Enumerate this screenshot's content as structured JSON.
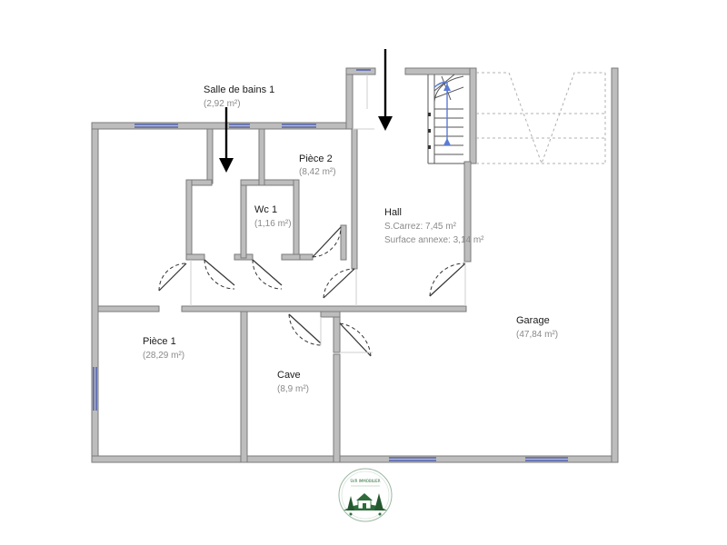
{
  "rooms": {
    "salle_de_bains": {
      "name": "Salle de bains 1",
      "area": "(2,92 m²)"
    },
    "piece2": {
      "name": "Pièce 2",
      "area": "(8,42 m²)"
    },
    "wc": {
      "name": "Wc 1",
      "area": "(1,16 m²)"
    },
    "hall": {
      "name": "Hall",
      "carrez": "S.Carrez: 7,45 m²",
      "annexe": "Surface annexe: 3,14 m²"
    },
    "piece1": {
      "name": "Pièce 1",
      "area": "(28,29 m²)"
    },
    "cave": {
      "name": "Cave",
      "area": "(8,9 m²)"
    },
    "garage": {
      "name": "Garage",
      "area": "(47,84 m²)"
    }
  },
  "logo": {
    "text": "SVR IMMOBILIER"
  },
  "colors": {
    "wall": "#bdbdbd",
    "window": "#3b4fb0",
    "logo": "#2f6b3a"
  }
}
